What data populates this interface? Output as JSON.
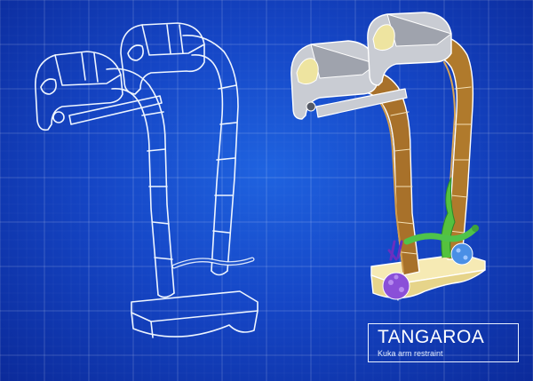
{
  "caption": {
    "title": "TANGAROA",
    "subtitle": "Kuka arm restraint"
  },
  "colors": {
    "blueprint_dark": "#0b2a9a",
    "blueprint_light": "#1f63e0",
    "line_white": "#eef5ff",
    "wood": "#b07a2c",
    "base_cream": "#efe3a6",
    "grip_silver": "#c9ccd3",
    "coral_purple": "#8a4fd8",
    "coral_blue": "#4a8fe6",
    "eel_green": "#4fc34a"
  },
  "views": [
    {
      "name": "wireframe-view",
      "style": "outline"
    },
    {
      "name": "rendered-view",
      "style": "colored"
    }
  ]
}
